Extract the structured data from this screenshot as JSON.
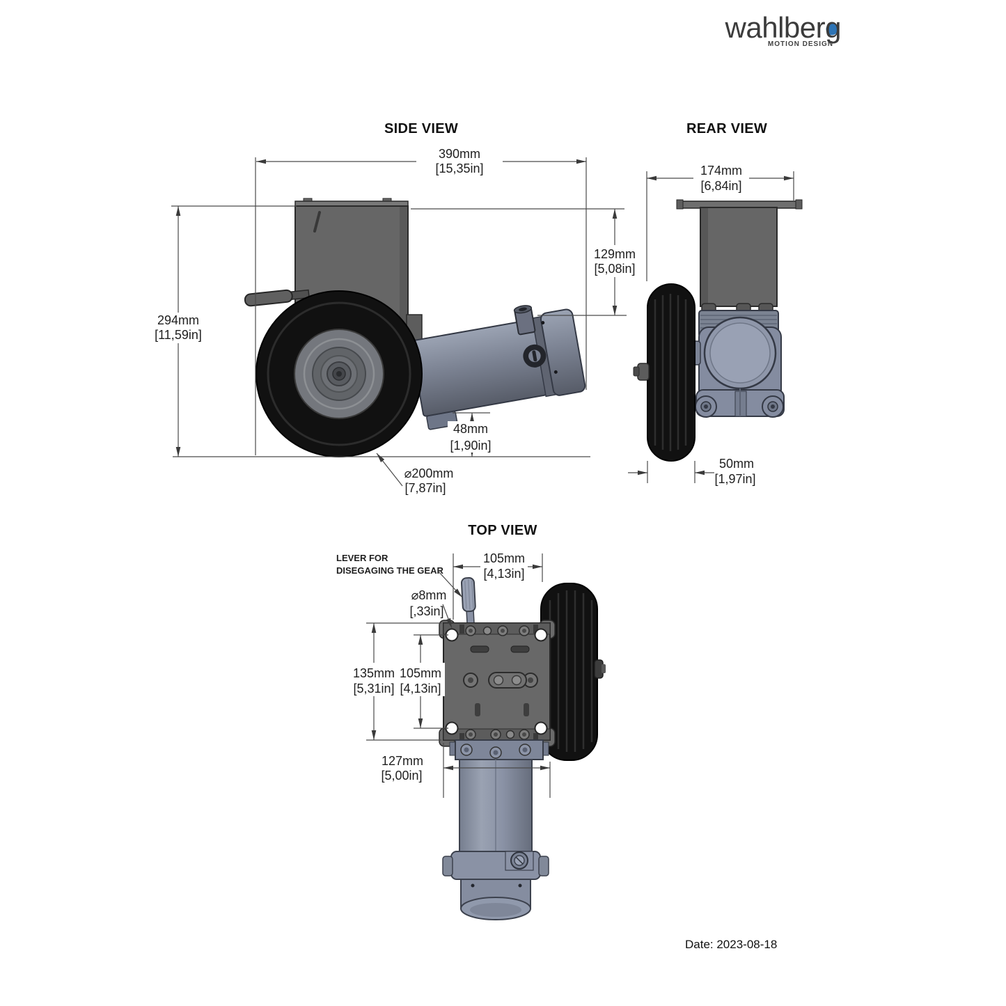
{
  "logo": {
    "brand": "wahlberg",
    "tagline": "MOTION DESIGN",
    "accent": "#2e74b5"
  },
  "side_view": {
    "title": "SIDE VIEW",
    "dim_width_mm": "390mm",
    "dim_width_in": "[15,35in]",
    "dim_height_mm": "294mm",
    "dim_height_in": "[11,59in]",
    "dim_bracket_mm": "129mm",
    "dim_bracket_in": "[5,08in]",
    "dim_clearance_mm": "48mm",
    "dim_clearance_in": "[1,90in]",
    "dim_wheel_dia_mm": "⌀200mm",
    "dim_wheel_dia_in": "[7,87in]"
  },
  "rear_view": {
    "title": "REAR VIEW",
    "dim_width_mm": "174mm",
    "dim_width_in": "[6,84in]",
    "dim_tire_mm": "50mm",
    "dim_tire_in": "[1,97in]"
  },
  "top_view": {
    "title": "TOP VIEW",
    "note_line1": "LEVER FOR",
    "note_line2": "DISEGAGING THE GEAR",
    "dim_lever_offset_mm": "105mm",
    "dim_lever_offset_in": "[4,13in]",
    "dim_lever_dia_mm": "⌀8mm",
    "dim_lever_dia_in": "[,33in]",
    "dim_plate_mm": "135mm",
    "dim_plate_in": "[5,31in]",
    "dim_holes_mm": "105mm",
    "dim_holes_in": "[4,13in]",
    "dim_motor_mm": "127mm",
    "dim_motor_in": "[5,00in]"
  },
  "footer": {
    "date": "Date: 2023-08-18"
  }
}
